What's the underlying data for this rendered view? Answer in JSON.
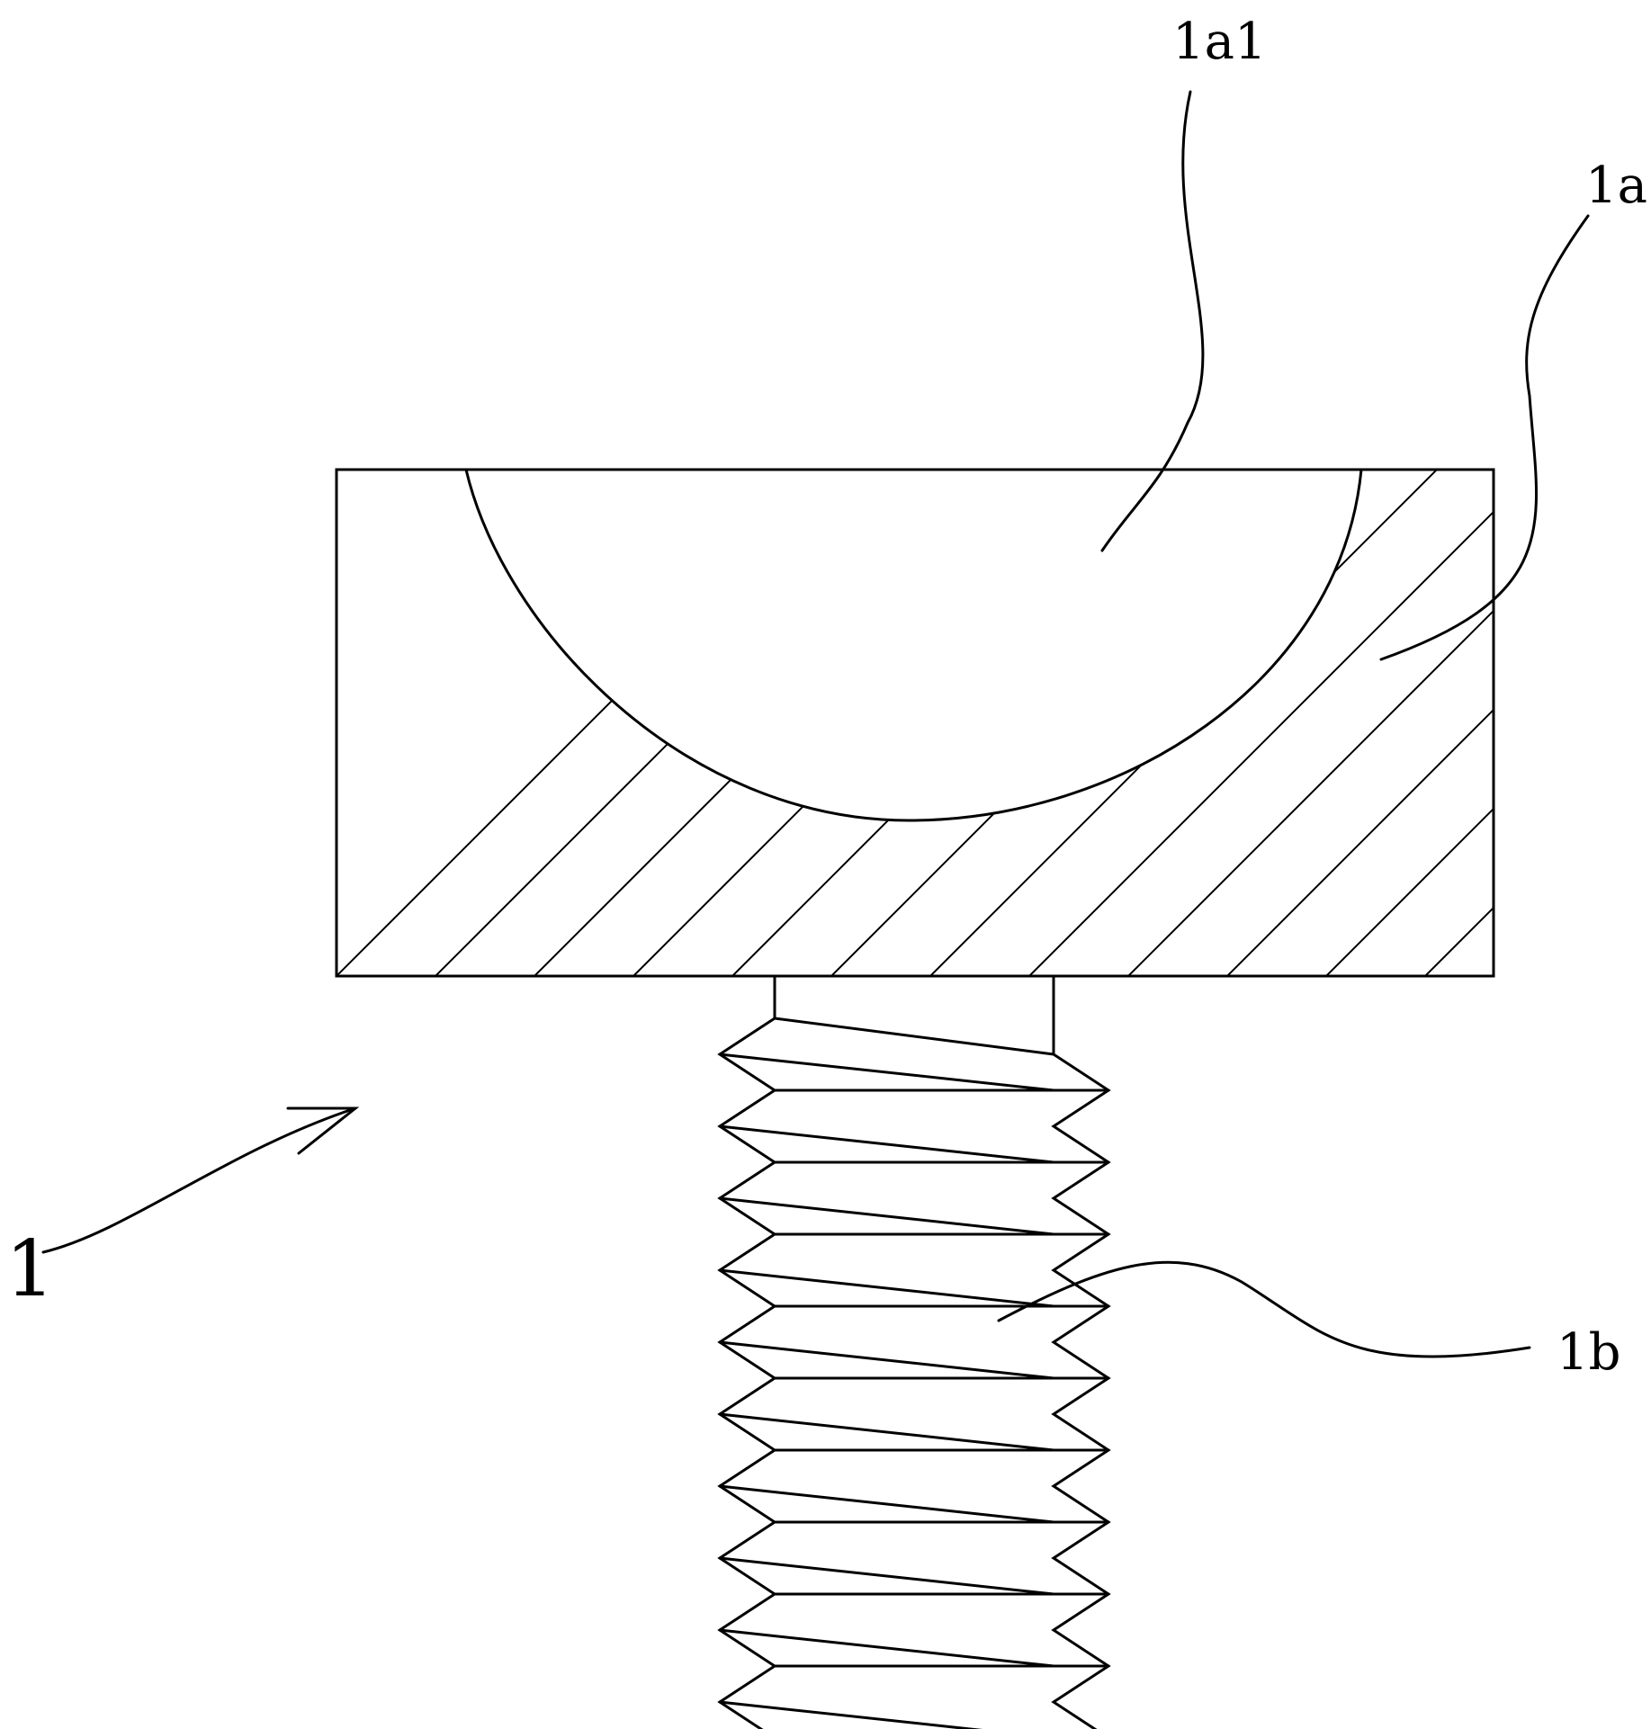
{
  "figure": {
    "labels": {
      "assembly": "1",
      "head": "1a",
      "recess": "1a1",
      "threaded_shank": "1b"
    }
  }
}
